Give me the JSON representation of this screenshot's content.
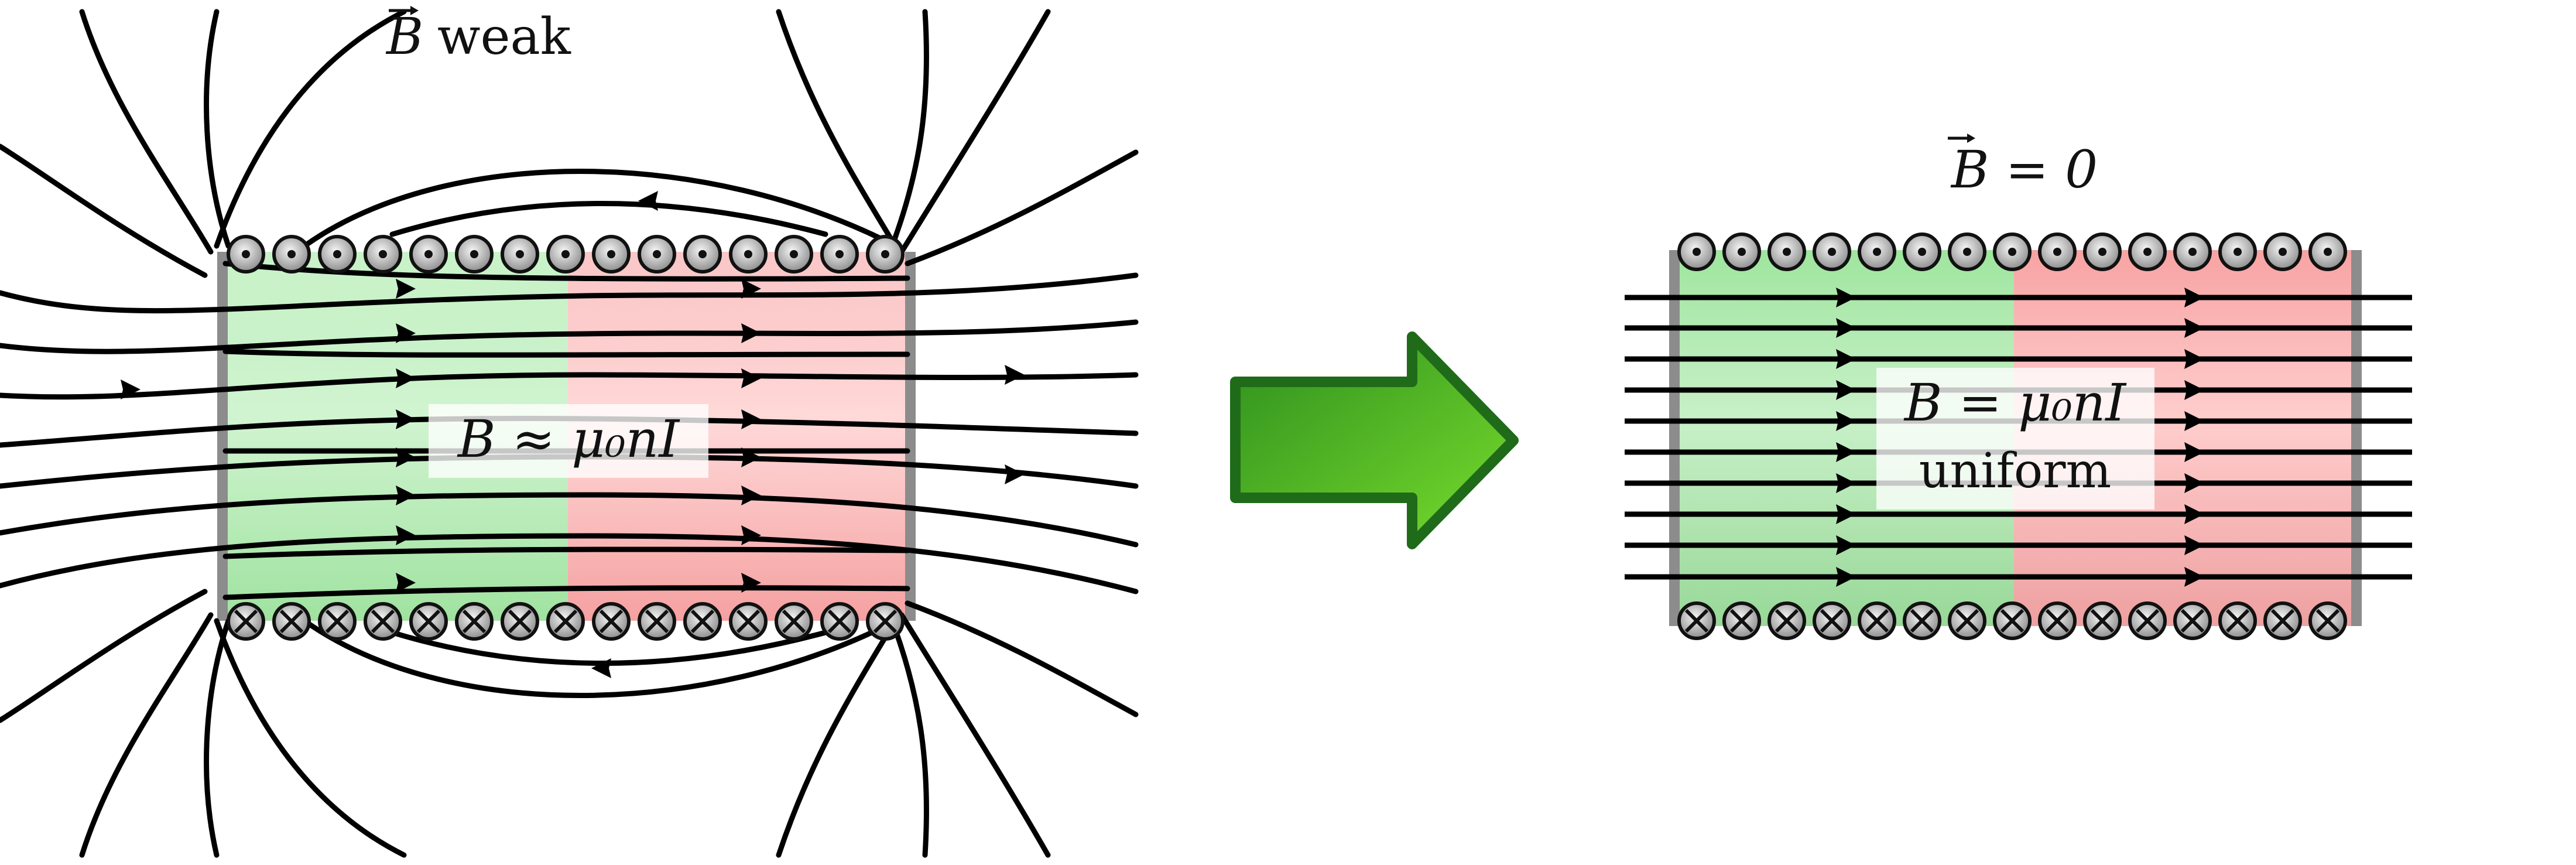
{
  "left_panel": {
    "outside_label": "weak",
    "center_label": "B ≈ μ₀nI"
  },
  "right_panel": {
    "top_label": "B = 0",
    "center_label_line1": "B = μ₀nI",
    "center_label_line2": "uniform"
  },
  "colors": {
    "green_region": "#8fdf8f",
    "red_region": "#f28e8e",
    "arrow_fill_dark": "#2e8f1e",
    "arrow_fill_light": "#78dd2d",
    "arrow_stroke": "#1f6b1a",
    "wire_fill": "#c9c9c9",
    "wire_stroke": "#111111",
    "field_line": "#000000"
  }
}
